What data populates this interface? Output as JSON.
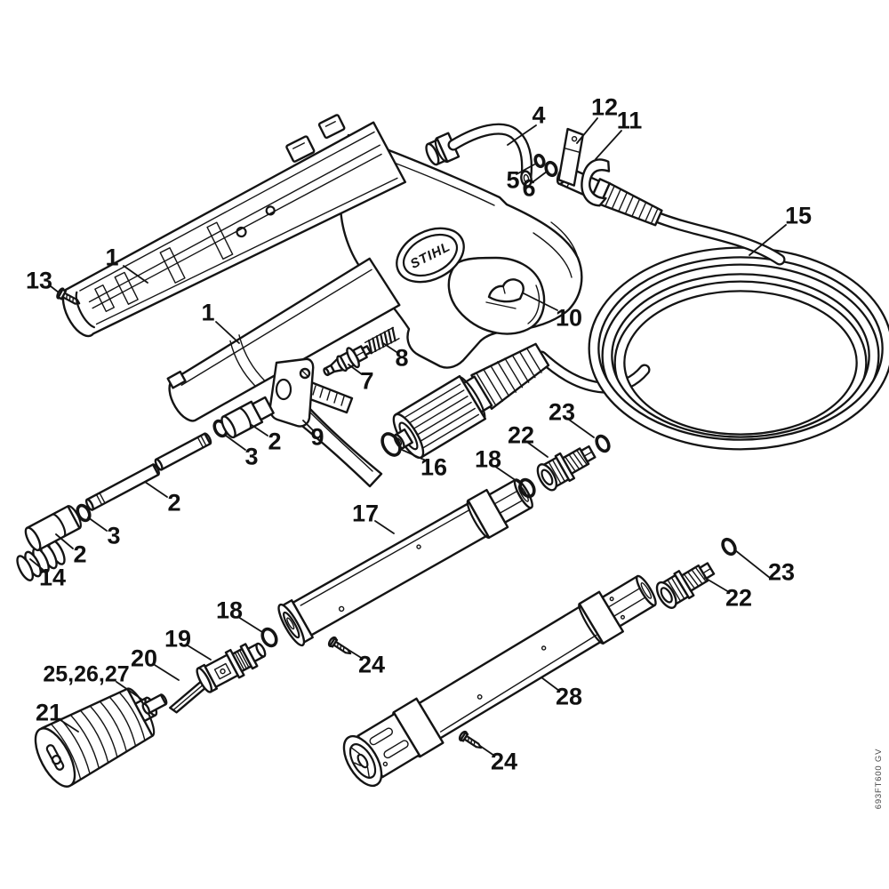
{
  "diagram": {
    "type": "exploded-parts-diagram",
    "brand_logo": "STIHL",
    "doc_code": "693FT600 GV",
    "background_color": "#ffffff",
    "line_color": "#141414",
    "callouts": [
      "4",
      "12",
      "11",
      "5",
      "6",
      "15",
      "1",
      "13",
      "1",
      "10",
      "8",
      "7",
      "9",
      "2",
      "3",
      "16",
      "23",
      "22",
      "18",
      "2",
      "17",
      "3",
      "2",
      "14",
      "23",
      "22",
      "18",
      "19",
      "20",
      "25,26,27",
      "24",
      "28",
      "21",
      "24"
    ]
  }
}
